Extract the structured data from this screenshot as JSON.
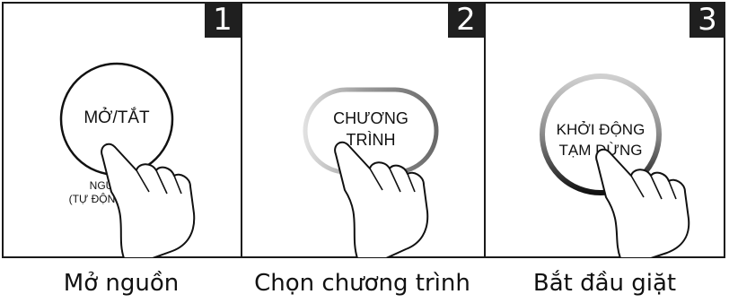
{
  "steps": [
    {
      "number": "1",
      "button_label": "MỞ/TẮT",
      "sub_label_line1": "NGUỒN",
      "sub_label_line2": "(TỰ ĐỘNG TẮT)",
      "caption": "Mở nguồn"
    },
    {
      "number": "2",
      "button_label_line1": "CHƯƠNG",
      "button_label_line2": "TRÌNH",
      "caption": "Chọn chương trình"
    },
    {
      "number": "3",
      "button_label_line1": "KHỞI ĐỘNG",
      "button_label_line2": "TẠM DỪNG",
      "caption": "Bắt đầu giặt"
    }
  ],
  "colors": {
    "border": "#1a1a1a",
    "number_badge": "#1f1f1f",
    "background": "#ffffff"
  },
  "icons": [
    "pointing-hand-icon",
    "power-button-icon",
    "program-button-icon",
    "start-pause-button-icon"
  ]
}
